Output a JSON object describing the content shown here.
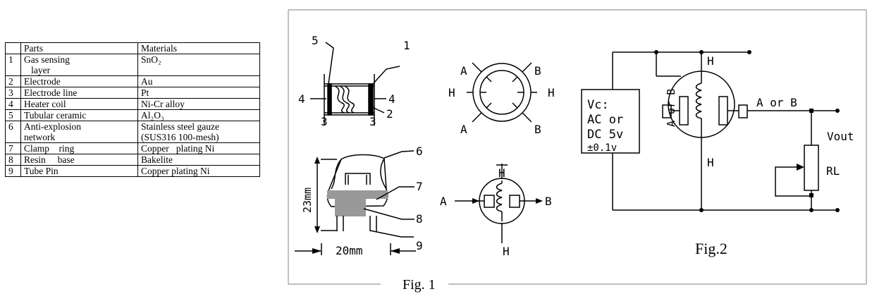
{
  "table": {
    "headers": [
      "",
      "Parts",
      "Materials"
    ],
    "rows": [
      {
        "no": "1",
        "part": "Gas sensing\n   layer",
        "material": "SnO₂"
      },
      {
        "no": "2",
        "part": "Electrode",
        "material": "Au"
      },
      {
        "no": "3",
        "part": "Electrode line",
        "material": "Pt"
      },
      {
        "no": "4",
        "part": "Heater coil",
        "material": "Ni-Cr alloy"
      },
      {
        "no": "5",
        "part": "Tubular ceramic",
        "material": "Al₂O₃"
      },
      {
        "no": "6",
        "part": "Anti-explosion\nnetwork",
        "material": "Stainless steel gauze\n(SUS316 100-mesh)"
      },
      {
        "no": "7",
        "part": "Clamp    ring",
        "material": "Copper   plating Ni"
      },
      {
        "no": "8",
        "part": "Resin     base",
        "material": "Bakelite"
      },
      {
        "no": "9",
        "part": "Tube Pin",
        "material": "Copper plating Ni"
      }
    ]
  },
  "fig1": {
    "caption": "Fig. 1",
    "labels": {
      "n1": "1",
      "n2": "2",
      "n3a": "3",
      "n3b": "3",
      "n4a": "4",
      "n4b": "4",
      "n5": "5",
      "n6": "6",
      "n7": "7",
      "n8": "8",
      "n9": "9",
      "height": "23mm",
      "width": "20mm",
      "top_A1": "A",
      "top_B1": "B",
      "top_H1": "H",
      "top_H2": "H",
      "top_A2": "A",
      "top_B2": "B",
      "sym_H1": "H",
      "sym_H2": "H",
      "sym_A": "A",
      "sym_B": "B"
    }
  },
  "fig2": {
    "caption": "Fig.2",
    "supply_lines": [
      "Vc:",
      "AC or",
      "DC 5v",
      "±0.1v"
    ],
    "label_H_top": "H",
    "label_H_bottom": "H",
    "label_AorB_vertical": "A or B",
    "label_AorB": "A or B",
    "label_vout": "Vout",
    "label_rl": "RL"
  }
}
